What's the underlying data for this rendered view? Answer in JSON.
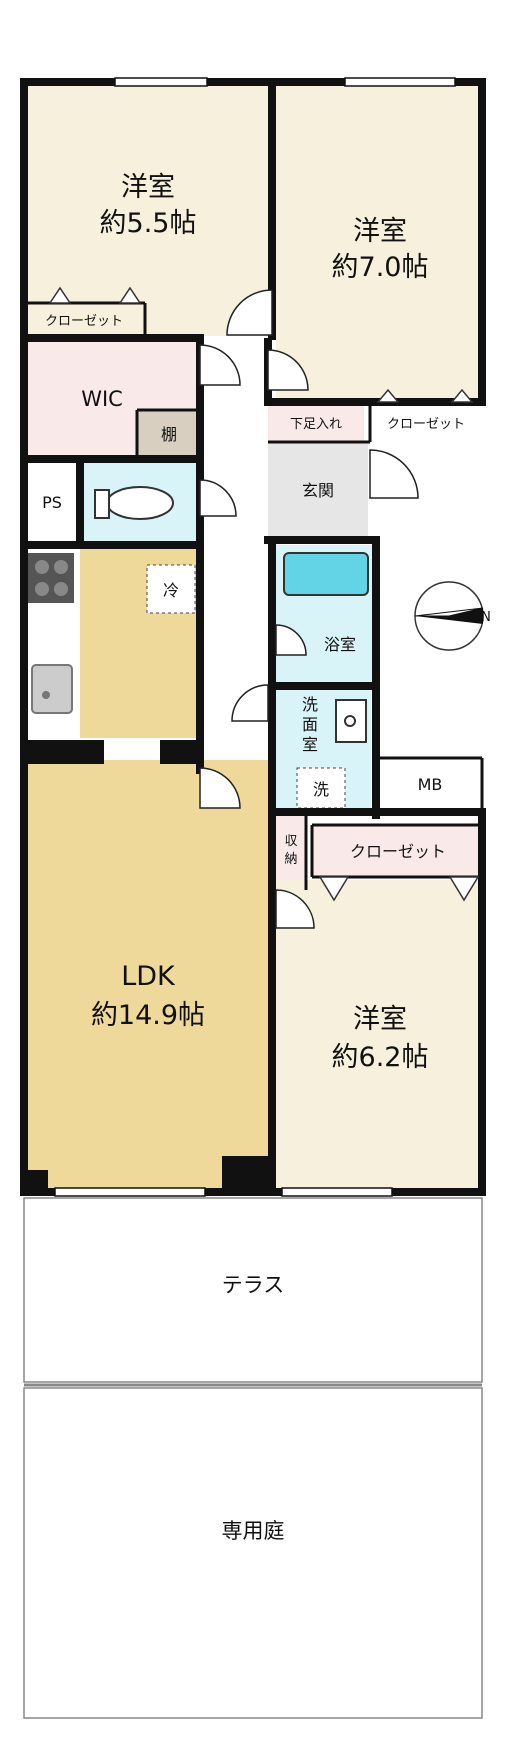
{
  "rooms": {
    "western_a": {
      "name": "洋室",
      "size": "約5.5帖"
    },
    "western_b": {
      "name": "洋室",
      "size": "約7.0帖"
    },
    "western_c": {
      "name": "洋室",
      "size": "約6.2帖"
    },
    "ldk": {
      "name": "LDK",
      "size": "約14.9帖"
    }
  },
  "labels": {
    "closet_a": "クローゼット",
    "closet_b": "クローゼット",
    "closet_c": "クローゼット",
    "wic": "WIC",
    "shelf": "棚",
    "shoe_box": "下足入れ",
    "entrance": "玄関",
    "ps": "PS",
    "fridge": "冷",
    "bath": "浴室",
    "washroom_1": "洗",
    "washroom_2": "面",
    "washroom_3": "室",
    "washer": "洗",
    "mb": "MB",
    "storage_1": "収",
    "storage_2": "納",
    "terrace": "テラス",
    "garden": "専用庭"
  },
  "colors": {
    "wall": "#111111",
    "western": "#f6f0dc",
    "ldk": "#efd99a",
    "wic": "#f9e9e9",
    "wet": "#d9f4f8",
    "entrance_tile": "#e6e6e6",
    "storage": "#f9e9e9",
    "compass_fill": "#111111"
  },
  "compass": {
    "north_label": "N"
  }
}
